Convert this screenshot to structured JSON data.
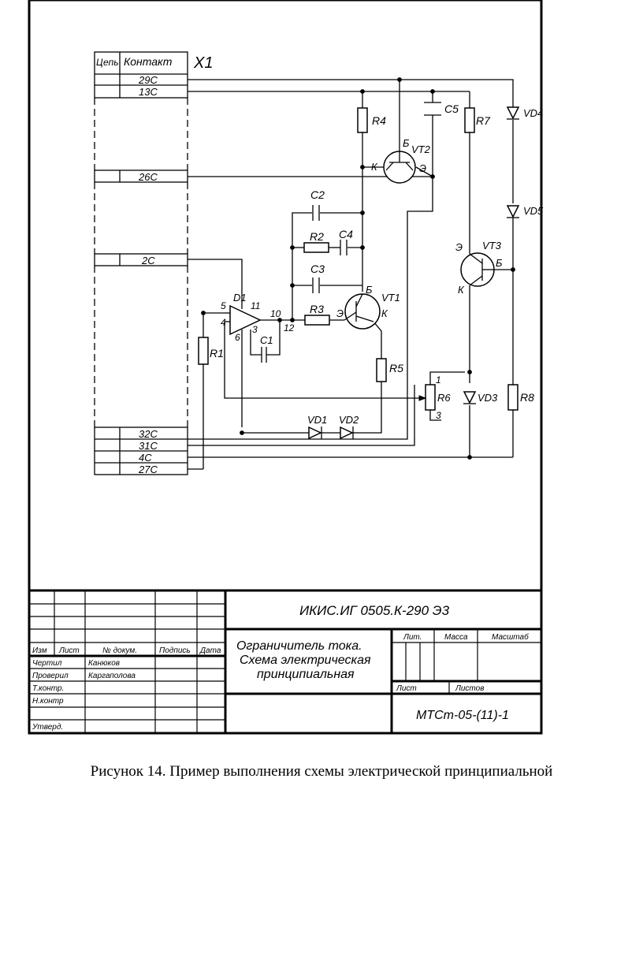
{
  "connector": {
    "ref": "X1",
    "header_circuit": "Цепь",
    "header_contact": "Контакт",
    "contacts_top": [
      "29С",
      "13С"
    ],
    "contact_mid1": "26С",
    "contact_mid2": "2С",
    "contacts_bottom": [
      "32С",
      "31С",
      "4С",
      "27С"
    ]
  },
  "components": {
    "R1": "R1",
    "R2": "R2",
    "R3": "R3",
    "R4": "R4",
    "R5": "R5",
    "R6": "R6",
    "R7": "R7",
    "R8": "R8",
    "C1": "C1",
    "C2": "C2",
    "C3": "C3",
    "C4": "C4",
    "C5": "C5",
    "VT1": "VT1",
    "VT2": "VT2",
    "VT3": "VT3",
    "VD1": "VD1",
    "VD2": "VD2",
    "VD3": "VD3",
    "VD4": "VD4",
    "VD5": "VD5",
    "D1": "D1"
  },
  "pins": {
    "base": "Б",
    "collector": "К",
    "emitter": "Э",
    "d1_p5": "5",
    "d1_p4": "4",
    "d1_p6": "6",
    "d1_p11": "11",
    "d1_p3": "3",
    "d1_p10": "10",
    "d1_p12": "12",
    "r6_p1": "1",
    "r6_p3": "3"
  },
  "titleblock": {
    "doc_code": "ИКИС.ИГ 0505.К-290 Э3",
    "title_line1": "Ограничитель тока.",
    "title_line2": "Схема электрическая",
    "title_line3": "принципиальная",
    "col_izm": "Изм",
    "col_list": "Лист",
    "col_doc": "№ докум.",
    "col_sign": "Подпись",
    "col_date": "Дата",
    "row_drawn": "Чертил",
    "row_drawn_name": "Канюков",
    "row_checked": "Проверил",
    "row_checked_name": "Каргаполова",
    "row_tcontr": "Т.контр.",
    "row_ncontr": "Н.контр",
    "row_approved": "Утверд.",
    "lit": "Лит.",
    "mass": "Масса",
    "scale": "Масштаб",
    "sheet": "Лист",
    "sheets": "Листов",
    "org": "МТСт-05-(11)-1"
  },
  "caption": "Рисунок 14. Пример выполнения схемы электрической принципиальной"
}
